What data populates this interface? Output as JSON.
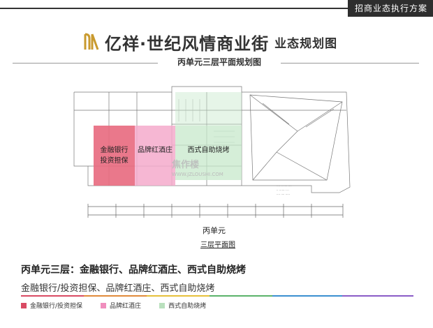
{
  "header": {
    "tag": "招商业态执行方案"
  },
  "brand": {
    "name": "亿祥·世纪风情商业街",
    "subtitle": "业态规划图"
  },
  "plan": {
    "title": "丙单元三层平面规划图",
    "zones": [
      {
        "label_lines": [
          "金融银行",
          "投资担保"
        ],
        "color": "#e8697e"
      },
      {
        "label_lines": [
          "品牌红酒庄"
        ],
        "color": "#f4aacb"
      },
      {
        "label_lines": [
          "西式自助烧烤"
        ],
        "color": "#c7e8cb"
      }
    ],
    "watermark": "焦作楼",
    "watermark_url": "WWW.JZLOUSHI.COM",
    "caption_unit": "丙单元",
    "caption_floor": "三层平面图"
  },
  "summary": {
    "headline": "丙单元三层：金融银行、品牌红酒庄、西式自助烧烤",
    "description": "金融银行/投资担保、品牌红酒庄、西式自助烧烤"
  },
  "legend": [
    {
      "label": "金融银行/投资担保",
      "color": "#d94a63"
    },
    {
      "label": "品牌红酒庄",
      "color": "#f08ebd"
    },
    {
      "label": "西式自助烧烤",
      "color": "#b9e0bd"
    }
  ]
}
